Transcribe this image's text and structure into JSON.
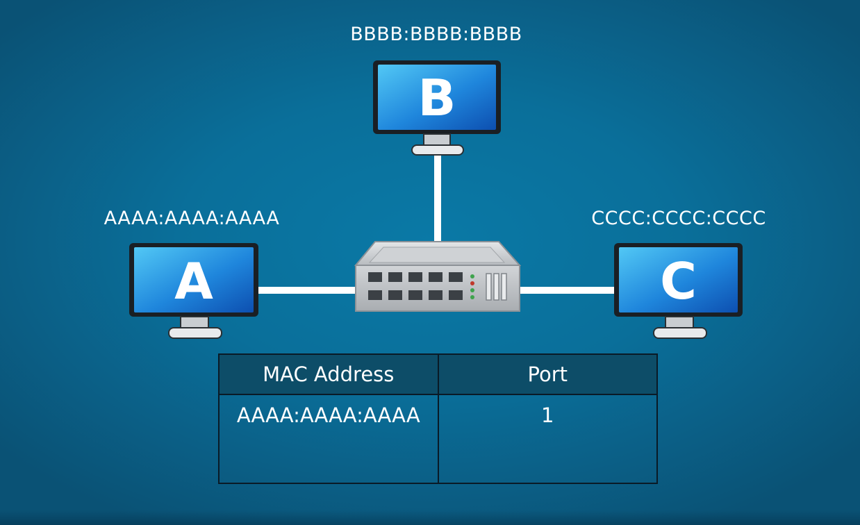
{
  "colors": {
    "background": "#0a6f9a",
    "link": "#ffffff",
    "monitor_screen": "#1a7fd8",
    "table_header": "#0d4d68"
  },
  "nodes": {
    "a": {
      "letter": "A",
      "mac": "AAAA:AAAA:AAAA",
      "icon": "monitor-icon"
    },
    "b": {
      "letter": "B",
      "mac": "BBBB:BBBB:BBBB",
      "icon": "monitor-icon"
    },
    "c": {
      "letter": "C",
      "mac": "CCCC:CCCC:CCCC",
      "icon": "monitor-icon"
    }
  },
  "switch": {
    "icon": "network-switch-icon"
  },
  "mac_table": {
    "headers": {
      "mac": "MAC Address",
      "port": "Port"
    },
    "rows": [
      {
        "mac": "AAAA:AAAA:AAAA",
        "port": "1"
      }
    ]
  }
}
